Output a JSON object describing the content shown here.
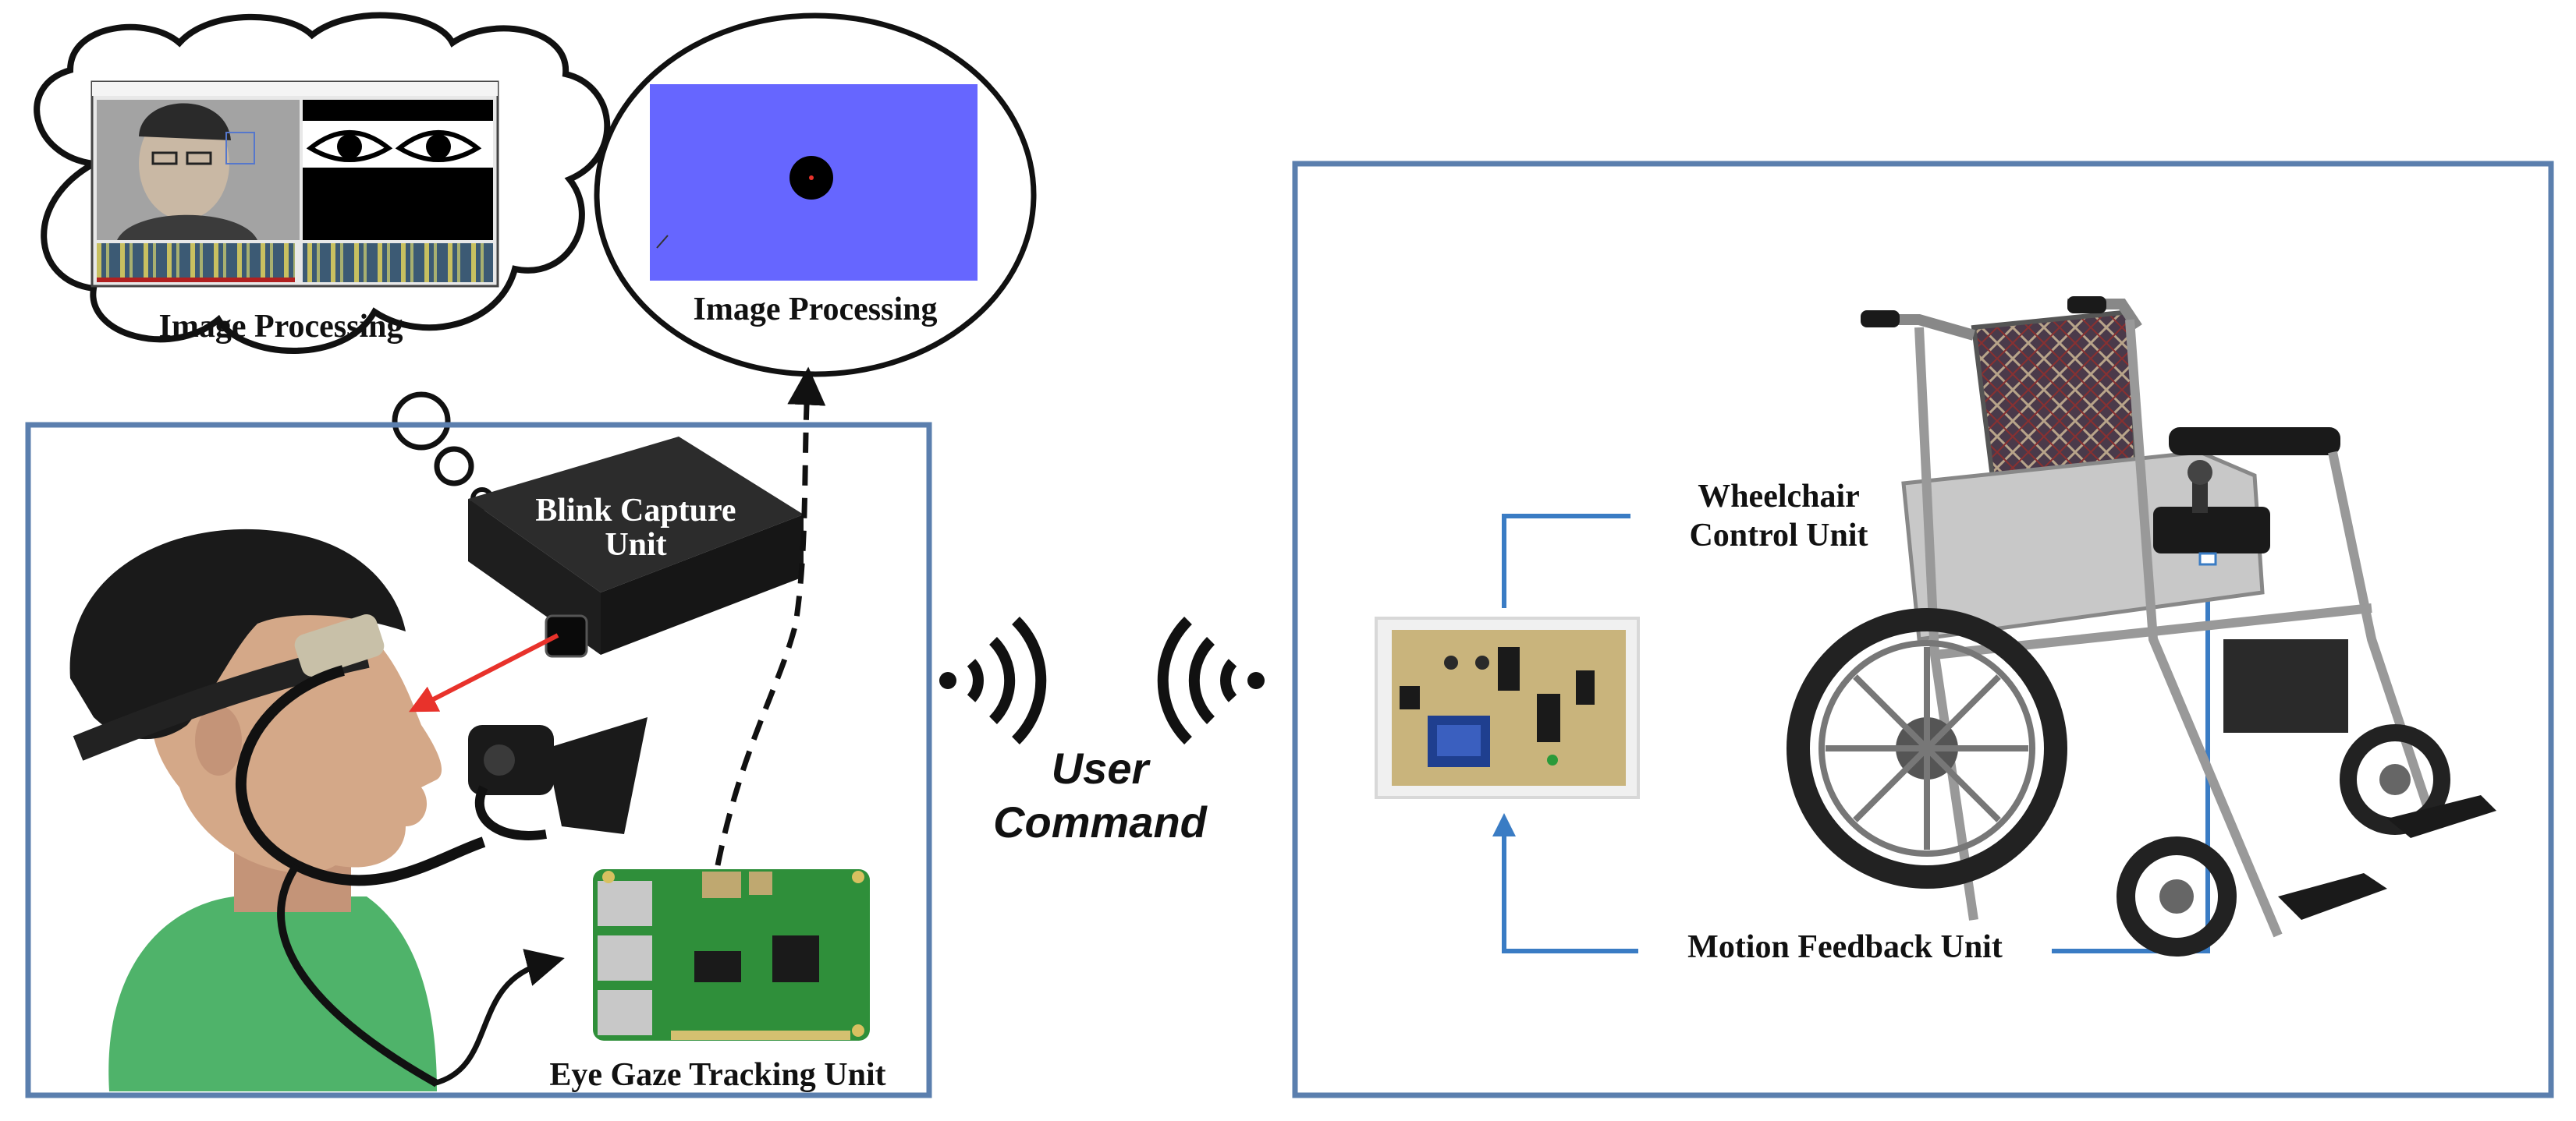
{
  "colors": {
    "frame_blue": "#5b7fae",
    "link_blue": "#3a7cc4",
    "arrow_red": "#e8322b",
    "screen_violet": "#6666ff",
    "pcb_green": "#2f8f3a",
    "shirt_green": "#4fb36a"
  },
  "thought_cloud": {
    "label": "Image Processing",
    "panels": [
      "face-camera-view",
      "eye-detection-view",
      "blink-signal-strip"
    ]
  },
  "pupil_view": {
    "label": "Image Processing"
  },
  "left_system": {
    "blink_unit_label_line1": "Blink Capture",
    "blink_unit_label_line2": "Unit",
    "eye_gaze_label": "Eye Gaze Tracking Unit"
  },
  "wireless": {
    "command_line1": "User",
    "command_line2": "Command"
  },
  "right_system": {
    "wheelchair_control_line1": "Wheelchair",
    "wheelchair_control_line2": "Control Unit",
    "motion_feedback_label": "Motion Feedback Unit"
  },
  "icons": [
    "wifi-signal-left-icon",
    "wifi-signal-right-icon",
    "arrowhead-icon"
  ]
}
